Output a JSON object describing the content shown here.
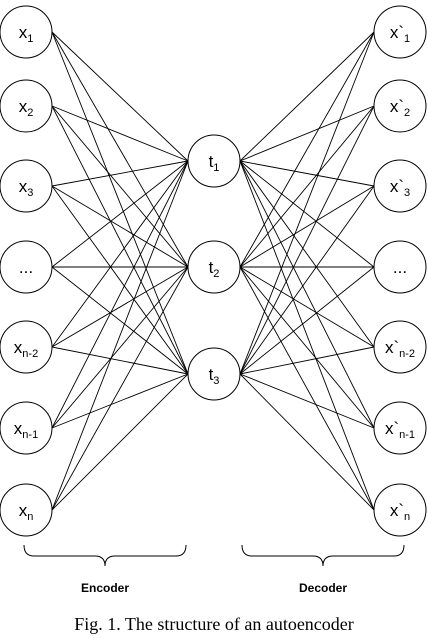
{
  "encoder": {
    "inputs": [
      {
        "base": "x",
        "sub": "1"
      },
      {
        "base": "x",
        "sub": "2"
      },
      {
        "base": "x",
        "sub": "3"
      },
      {
        "base": "...",
        "sub": ""
      },
      {
        "base": "x",
        "sub": "n-2"
      },
      {
        "base": "x",
        "sub": "n-1"
      },
      {
        "base": "x",
        "sub": "n"
      }
    ],
    "label": "Encoder"
  },
  "hidden": [
    {
      "base": "t",
      "sub": "1"
    },
    {
      "base": "t",
      "sub": "2"
    },
    {
      "base": "t",
      "sub": "3"
    }
  ],
  "decoder": {
    "outputs": [
      {
        "base": "x`",
        "sub": "1"
      },
      {
        "base": "x`",
        "sub": "2"
      },
      {
        "base": "x`",
        "sub": "3"
      },
      {
        "base": "...",
        "sub": ""
      },
      {
        "base": "x`",
        "sub": "n-2"
      },
      {
        "base": "x`",
        "sub": "n-1"
      },
      {
        "base": "x`",
        "sub": "n"
      }
    ],
    "label": "Decoder"
  },
  "caption": "Fig. 1. The structure of an autoencoder",
  "colors": {
    "stroke": "#000000",
    "fill": "#ffffff"
  }
}
